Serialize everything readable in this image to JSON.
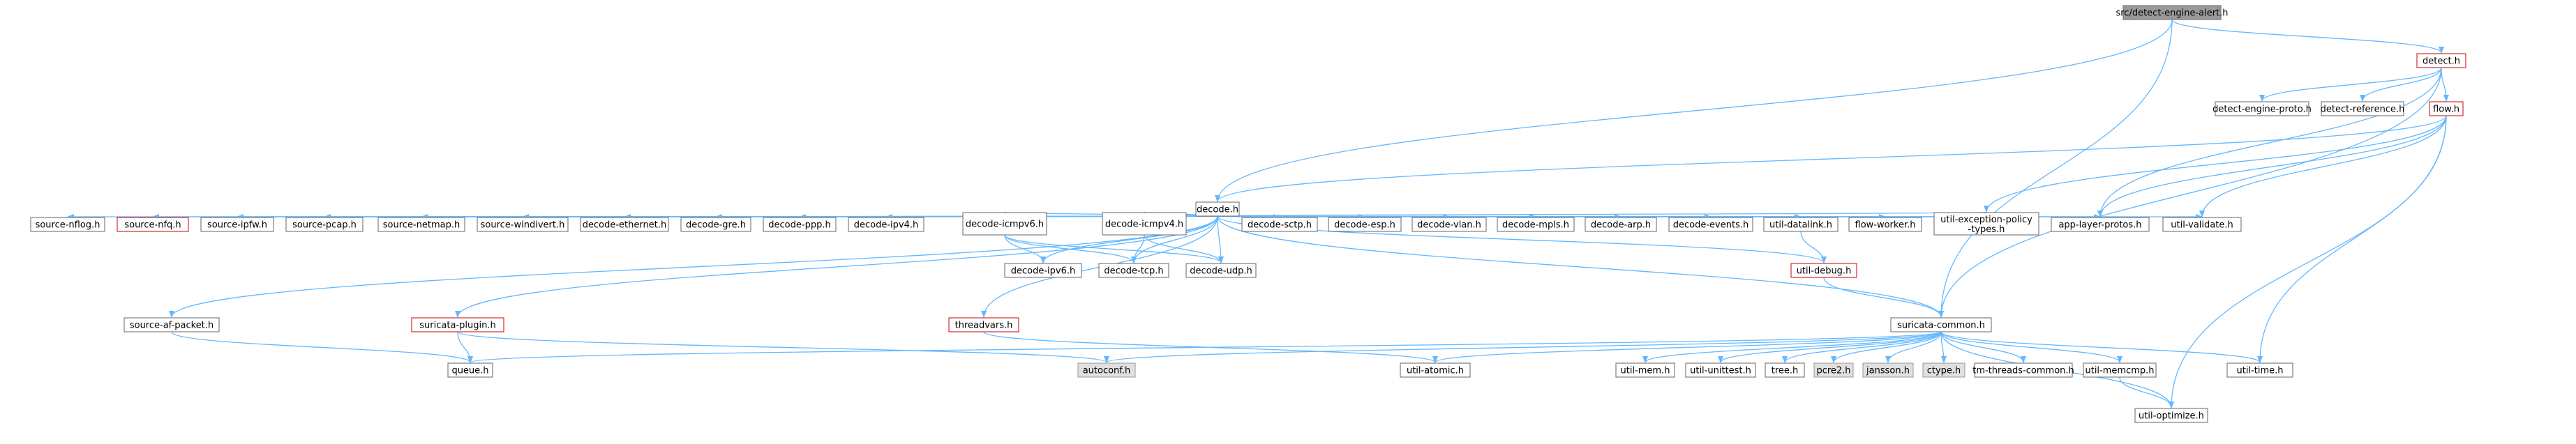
{
  "diagram": {
    "colors": {
      "edge": "#63b8ff",
      "node_border": "#666666",
      "red_border": "#cc0000",
      "root_fill": "#999999",
      "grey_fill": "#e0e0e0"
    },
    "nodes": [
      {
        "id": "root",
        "label": "src/detect-engine-alert.h",
        "style": "root"
      },
      {
        "id": "detect",
        "label": "detect.h",
        "style": "red"
      },
      {
        "id": "dep",
        "label": "detect-engine-proto.h",
        "style": "normal"
      },
      {
        "id": "dref",
        "label": "detect-reference.h",
        "style": "normal"
      },
      {
        "id": "flow",
        "label": "flow.h",
        "style": "red"
      },
      {
        "id": "decode",
        "label": "decode.h",
        "style": "normal"
      },
      {
        "id": "nflog",
        "label": "source-nflog.h",
        "style": "normal"
      },
      {
        "id": "nfq",
        "label": "source-nfq.h",
        "style": "red"
      },
      {
        "id": "ipfw",
        "label": "source-ipfw.h",
        "style": "normal"
      },
      {
        "id": "pcap",
        "label": "source-pcap.h",
        "style": "normal"
      },
      {
        "id": "netmap",
        "label": "source-netmap.h",
        "style": "normal"
      },
      {
        "id": "windivert",
        "label": "source-windivert.h",
        "style": "normal"
      },
      {
        "id": "eth",
        "label": "decode-ethernet.h",
        "style": "normal"
      },
      {
        "id": "gre",
        "label": "decode-gre.h",
        "style": "normal"
      },
      {
        "id": "ppp",
        "label": "decode-ppp.h",
        "style": "normal"
      },
      {
        "id": "ipv4",
        "label": "decode-ipv4.h",
        "style": "normal"
      },
      {
        "id": "icmpv6",
        "label": "decode-icmpv6.h",
        "style": "normal"
      },
      {
        "id": "icmpv4",
        "label": "decode-icmpv4.h",
        "style": "normal"
      },
      {
        "id": "sctp",
        "label": "decode-sctp.h",
        "style": "normal"
      },
      {
        "id": "esp",
        "label": "decode-esp.h",
        "style": "normal"
      },
      {
        "id": "vlan",
        "label": "decode-vlan.h",
        "style": "normal"
      },
      {
        "id": "mpls",
        "label": "decode-mpls.h",
        "style": "normal"
      },
      {
        "id": "arp",
        "label": "decode-arp.h",
        "style": "normal"
      },
      {
        "id": "events",
        "label": "decode-events.h",
        "style": "normal"
      },
      {
        "id": "datalink",
        "label": "util-datalink.h",
        "style": "normal"
      },
      {
        "id": "flowworker",
        "label": "flow-worker.h",
        "style": "normal"
      },
      {
        "id": "exc",
        "label": "util-exception-policy\n-types.h",
        "style": "normal"
      },
      {
        "id": "alp",
        "label": "app-layer-protos.h",
        "style": "normal"
      },
      {
        "id": "validate",
        "label": "util-validate.h",
        "style": "normal"
      },
      {
        "id": "ipv6",
        "label": "decode-ipv6.h",
        "style": "normal"
      },
      {
        "id": "tcp",
        "label": "decode-tcp.h",
        "style": "normal"
      },
      {
        "id": "udp",
        "label": "decode-udp.h",
        "style": "normal"
      },
      {
        "id": "debug",
        "label": "util-debug.h",
        "style": "red"
      },
      {
        "id": "afp",
        "label": "source-af-packet.h",
        "style": "normal"
      },
      {
        "id": "plugin",
        "label": "suricata-plugin.h",
        "style": "red"
      },
      {
        "id": "threadvars",
        "label": "threadvars.h",
        "style": "red"
      },
      {
        "id": "common",
        "label": "suricata-common.h",
        "style": "normal"
      },
      {
        "id": "queue",
        "label": "queue.h",
        "style": "normal"
      },
      {
        "id": "autoconf",
        "label": "autoconf.h",
        "style": "grey"
      },
      {
        "id": "atomic",
        "label": "util-atomic.h",
        "style": "normal"
      },
      {
        "id": "mem",
        "label": "util-mem.h",
        "style": "normal"
      },
      {
        "id": "unittest",
        "label": "util-unittest.h",
        "style": "normal"
      },
      {
        "id": "tree",
        "label": "tree.h",
        "style": "normal"
      },
      {
        "id": "pcre2",
        "label": "pcre2.h",
        "style": "grey"
      },
      {
        "id": "jansson",
        "label": "jansson.h",
        "style": "grey"
      },
      {
        "id": "ctype",
        "label": "ctype.h",
        "style": "grey"
      },
      {
        "id": "tmthreads",
        "label": "tm-threads-common.h",
        "style": "normal"
      },
      {
        "id": "memcmp",
        "label": "util-memcmp.h",
        "style": "normal"
      },
      {
        "id": "time",
        "label": "util-time.h",
        "style": "normal"
      },
      {
        "id": "optimize",
        "label": "util-optimize.h",
        "style": "normal"
      }
    ],
    "edges": [
      [
        "root",
        "detect"
      ],
      [
        "root",
        "decode"
      ],
      [
        "root",
        "common"
      ],
      [
        "detect",
        "dep"
      ],
      [
        "detect",
        "dref"
      ],
      [
        "detect",
        "flow"
      ],
      [
        "detect",
        "common"
      ],
      [
        "detect",
        "alp"
      ],
      [
        "flow",
        "decode"
      ],
      [
        "flow",
        "exc"
      ],
      [
        "flow",
        "alp"
      ],
      [
        "flow",
        "validate"
      ],
      [
        "flow",
        "time"
      ],
      [
        "flow",
        "optimize"
      ],
      [
        "decode",
        "nflog"
      ],
      [
        "decode",
        "nfq"
      ],
      [
        "decode",
        "ipfw"
      ],
      [
        "decode",
        "pcap"
      ],
      [
        "decode",
        "netmap"
      ],
      [
        "decode",
        "windivert"
      ],
      [
        "decode",
        "eth"
      ],
      [
        "decode",
        "gre"
      ],
      [
        "decode",
        "ppp"
      ],
      [
        "decode",
        "ipv4"
      ],
      [
        "decode",
        "icmpv6"
      ],
      [
        "decode",
        "icmpv4"
      ],
      [
        "decode",
        "sctp"
      ],
      [
        "decode",
        "esp"
      ],
      [
        "decode",
        "vlan"
      ],
      [
        "decode",
        "mpls"
      ],
      [
        "decode",
        "arp"
      ],
      [
        "decode",
        "events"
      ],
      [
        "decode",
        "datalink"
      ],
      [
        "decode",
        "flowworker"
      ],
      [
        "decode",
        "exc"
      ],
      [
        "decode",
        "alp"
      ],
      [
        "decode",
        "validate"
      ],
      [
        "decode",
        "ipv6"
      ],
      [
        "decode",
        "tcp"
      ],
      [
        "decode",
        "udp"
      ],
      [
        "decode",
        "debug"
      ],
      [
        "decode",
        "afp"
      ],
      [
        "decode",
        "plugin"
      ],
      [
        "decode",
        "threadvars"
      ],
      [
        "decode",
        "common"
      ],
      [
        "icmpv6",
        "ipv6"
      ],
      [
        "icmpv6",
        "tcp"
      ],
      [
        "icmpv6",
        "udp"
      ],
      [
        "icmpv4",
        "tcp"
      ],
      [
        "icmpv4",
        "udp"
      ],
      [
        "datalink",
        "debug"
      ],
      [
        "debug",
        "common"
      ],
      [
        "afp",
        "queue"
      ],
      [
        "plugin",
        "queue"
      ],
      [
        "plugin",
        "autoconf"
      ],
      [
        "threadvars",
        "atomic"
      ],
      [
        "common",
        "queue"
      ],
      [
        "common",
        "autoconf"
      ],
      [
        "common",
        "atomic"
      ],
      [
        "common",
        "mem"
      ],
      [
        "common",
        "unittest"
      ],
      [
        "common",
        "tree"
      ],
      [
        "common",
        "pcre2"
      ],
      [
        "common",
        "jansson"
      ],
      [
        "common",
        "ctype"
      ],
      [
        "common",
        "tmthreads"
      ],
      [
        "common",
        "memcmp"
      ],
      [
        "common",
        "time"
      ],
      [
        "common",
        "optimize"
      ],
      [
        "memcmp",
        "optimize"
      ]
    ]
  }
}
